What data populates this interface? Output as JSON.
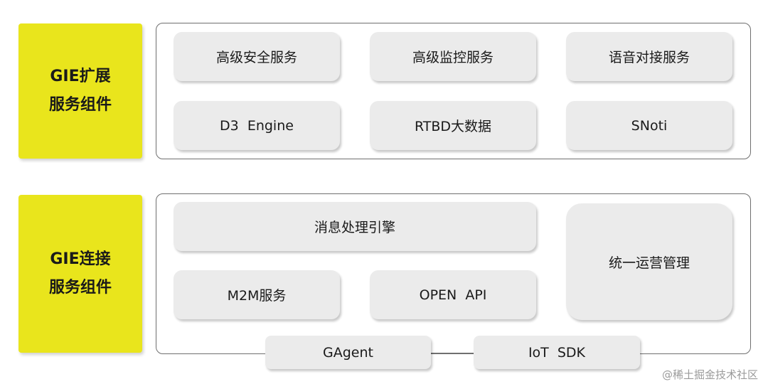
{
  "extension": {
    "label_line1": "GIE扩展",
    "label_line2": "服务组件",
    "boxes": [
      "高级安全服务",
      "高级监控服务",
      "语音对接服务",
      "D3  Engine",
      "RTBD大数据",
      "SNoti"
    ]
  },
  "connection": {
    "label_line1": "GIE连接",
    "label_line2": "服务组件",
    "message_engine": "消息处理引擎",
    "m2m_service": "M2M服务",
    "open_api": "OPEN  API",
    "unified_ops": "统一运营管理"
  },
  "bottom": {
    "gagent": "GAgent",
    "iot_sdk": "IoT  SDK"
  },
  "watermark": "@稀土掘金技术社区",
  "colors": {
    "label_bg": "#e9e51c",
    "box_bg": "#ebebeb",
    "frame_border": "#6f6f6f"
  }
}
